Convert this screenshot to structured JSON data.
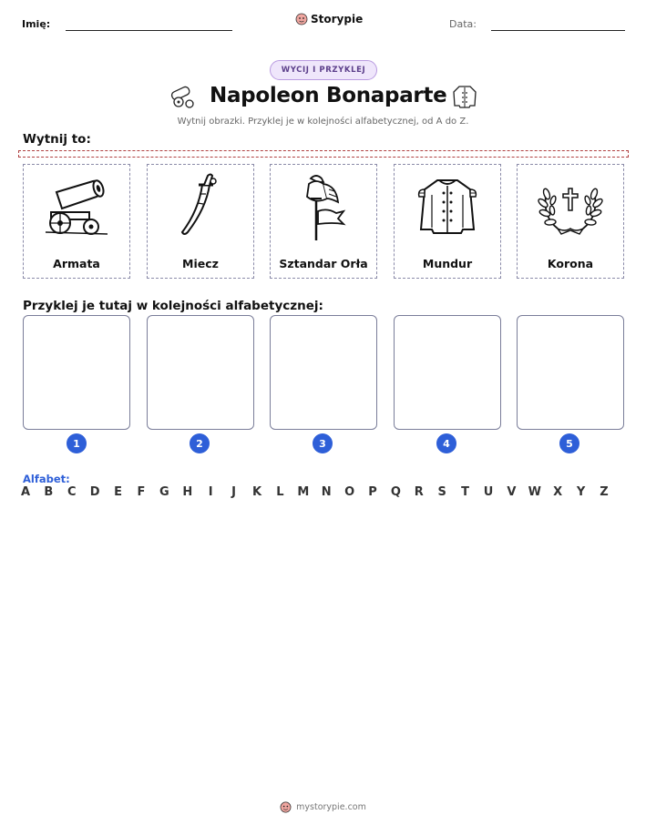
{
  "header": {
    "name_label": "Imię:",
    "brand": "Storypie",
    "date_label": "Data:"
  },
  "badge": "WYCIJ I PRZYKLEJ",
  "title": "Napoleon Bonaparte",
  "subtitle": "Wytnij obrazki. Przyklej je w kolejności alfabetycznej, od A do Z.",
  "cut_section": {
    "label": "Wytnij to:",
    "items": [
      {
        "label": "Armata",
        "icon": "cannon-icon"
      },
      {
        "label": "Miecz",
        "icon": "sword-icon"
      },
      {
        "label": "Sztandar Orła",
        "icon": "eagle-standard-icon"
      },
      {
        "label": "Mundur",
        "icon": "uniform-icon"
      },
      {
        "label": "Korona",
        "icon": "laurel-wreath-icon"
      }
    ]
  },
  "paste_section": {
    "label": "Przyklej je tutaj w kolejności alfabetycznej:",
    "numbers": [
      "1",
      "2",
      "3",
      "4",
      "5"
    ]
  },
  "alphabet": {
    "label": "Alfabet:",
    "letters": [
      "A",
      "B",
      "C",
      "D",
      "E",
      "F",
      "G",
      "H",
      "I",
      "J",
      "K",
      "L",
      "M",
      "N",
      "O",
      "P",
      "Q",
      "R",
      "S",
      "T",
      "U",
      "V",
      "W",
      "X",
      "Y",
      "Z"
    ]
  },
  "footer": {
    "site": "mystorypie.com"
  },
  "colors": {
    "accent_blue": "#2e5fd8",
    "badge_bg": "#efe6fb",
    "badge_border": "#b99be0",
    "cut_line": "#b04040"
  }
}
